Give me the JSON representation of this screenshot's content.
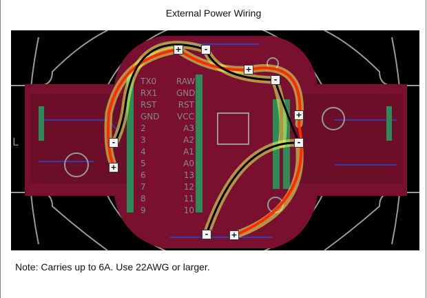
{
  "title": "External Power Wiring",
  "note": "Note: Carries up to 6A. Use 22AWG or larger.",
  "silkscreen": {
    "left_labels": [
      "TX0",
      "RX1",
      "RST",
      "GND",
      "2",
      "3",
      "4",
      "5",
      "6",
      "7",
      "8",
      "9"
    ],
    "right_labels": [
      "RAW",
      "GND",
      "RST",
      "VCC",
      "A3",
      "A2",
      "A1",
      "A0",
      "13",
      "12",
      "11",
      "10"
    ],
    "edge_letter": "L"
  },
  "terminals": {
    "top_left_plus": "+",
    "top_left_minus": "-",
    "top_right_plus": "+",
    "top_right_minus": "-",
    "left_minus": "-",
    "left_plus": "+",
    "right_plus": "+",
    "right_minus": "-",
    "bottom_minus": "-",
    "bottom_plus": "+"
  },
  "colors": {
    "board_background": "#000000",
    "pcb_red": "#7a1030",
    "outline_gray": "#9a9a9a",
    "wire_red": "#ff2a00",
    "wire_black": "#000000",
    "wire_glow": "#e6ff5a",
    "trace_blue": "#3a3aa8",
    "pad_green": "#2e8b57"
  }
}
